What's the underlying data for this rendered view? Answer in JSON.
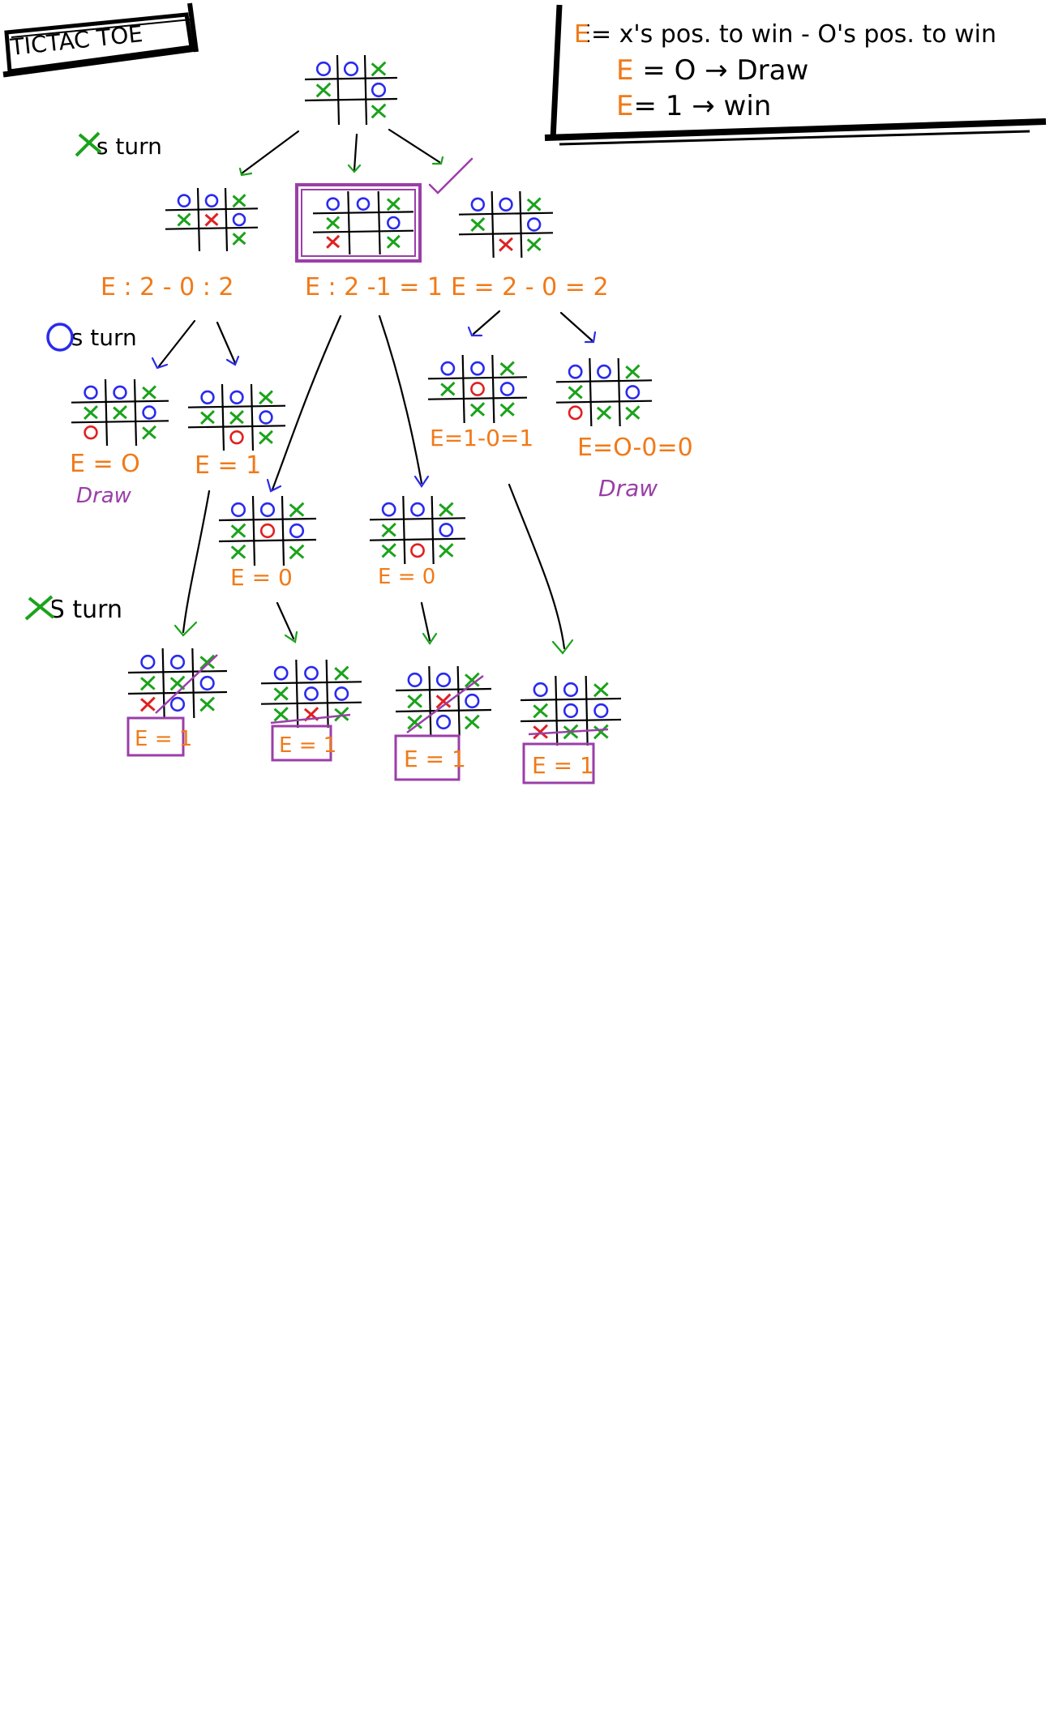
{
  "title": "TICTAC TOE",
  "legend": {
    "line1": "E= x's pos. to win - O's pos. to win",
    "line2": "E = O → Draw",
    "line3": "E= 1 → win"
  },
  "turn_labels": {
    "x_turn_1": "X's turn",
    "o_turn": "O's turn",
    "x_turn_2": "X'S turn"
  },
  "colors": {
    "x": "#1aa31a",
    "o": "#2a2aee",
    "new_move": "#e02020",
    "eval": "#f07a18",
    "draw": "#9b3ea8",
    "ink": "#000000"
  },
  "boards": {
    "root": {
      "cells": [
        "O",
        "O",
        "X",
        "X",
        "",
        "O",
        "",
        "",
        "X"
      ]
    },
    "a": {
      "cells": [
        "O",
        "O",
        "X",
        "X",
        "X*",
        "O",
        "",
        "",
        "X"
      ],
      "label": "E : 2 - 0 : 2"
    },
    "b": {
      "cells": [
        "O",
        "O",
        "X",
        "X",
        "",
        "O",
        "X*",
        "",
        "X"
      ],
      "label": "E : 2 -1 = 1",
      "selected": true
    },
    "c": {
      "cells": [
        "O",
        "O",
        "X",
        "X",
        "",
        "O",
        "",
        "X*",
        "X"
      ],
      "label": "E = 2 - 0 = 2"
    },
    "a1": {
      "cells": [
        "O",
        "O",
        "X",
        "X",
        "X",
        "O",
        "O*",
        "",
        "X"
      ],
      "label": "E = O",
      "note": "Draw"
    },
    "a2": {
      "cells": [
        "O",
        "O",
        "X",
        "X",
        "X",
        "O",
        "",
        "O*",
        "X"
      ],
      "label": "E = 1"
    },
    "b1": {
      "cells": [
        "O",
        "O",
        "X",
        "X",
        "O*",
        "O",
        "X",
        "",
        "X"
      ],
      "label": "E = 0"
    },
    "b2": {
      "cells": [
        "O",
        "O",
        "X",
        "X",
        "",
        "O",
        "X",
        "O*",
        "X"
      ],
      "label": "E = 0"
    },
    "c1": {
      "cells": [
        "O",
        "O",
        "X",
        "X",
        "O*",
        "O",
        "",
        "X",
        "X"
      ],
      "label": "E=1-0=1"
    },
    "c2": {
      "cells": [
        "O",
        "O",
        "X",
        "X",
        "",
        "O",
        "O*",
        "X",
        "X"
      ],
      "label": "E=O-0=0",
      "note": "Draw"
    },
    "d1": {
      "cells": [
        "O",
        "O",
        "X",
        "X",
        "X",
        "O",
        "X*",
        "O",
        "X"
      ],
      "label": "E = 1"
    },
    "d2": {
      "cells": [
        "O",
        "O",
        "X",
        "X",
        "O",
        "O",
        "X",
        "X*",
        "X"
      ],
      "label": "E = 1"
    },
    "d3": {
      "cells": [
        "O",
        "O",
        "X",
        "X",
        "X*",
        "O",
        "X",
        "O",
        "X"
      ],
      "label": "E = 1"
    },
    "d4": {
      "cells": [
        "O",
        "O",
        "X",
        "X",
        "O",
        "O",
        "X*",
        "X",
        "X"
      ],
      "label": "E = 1"
    }
  }
}
